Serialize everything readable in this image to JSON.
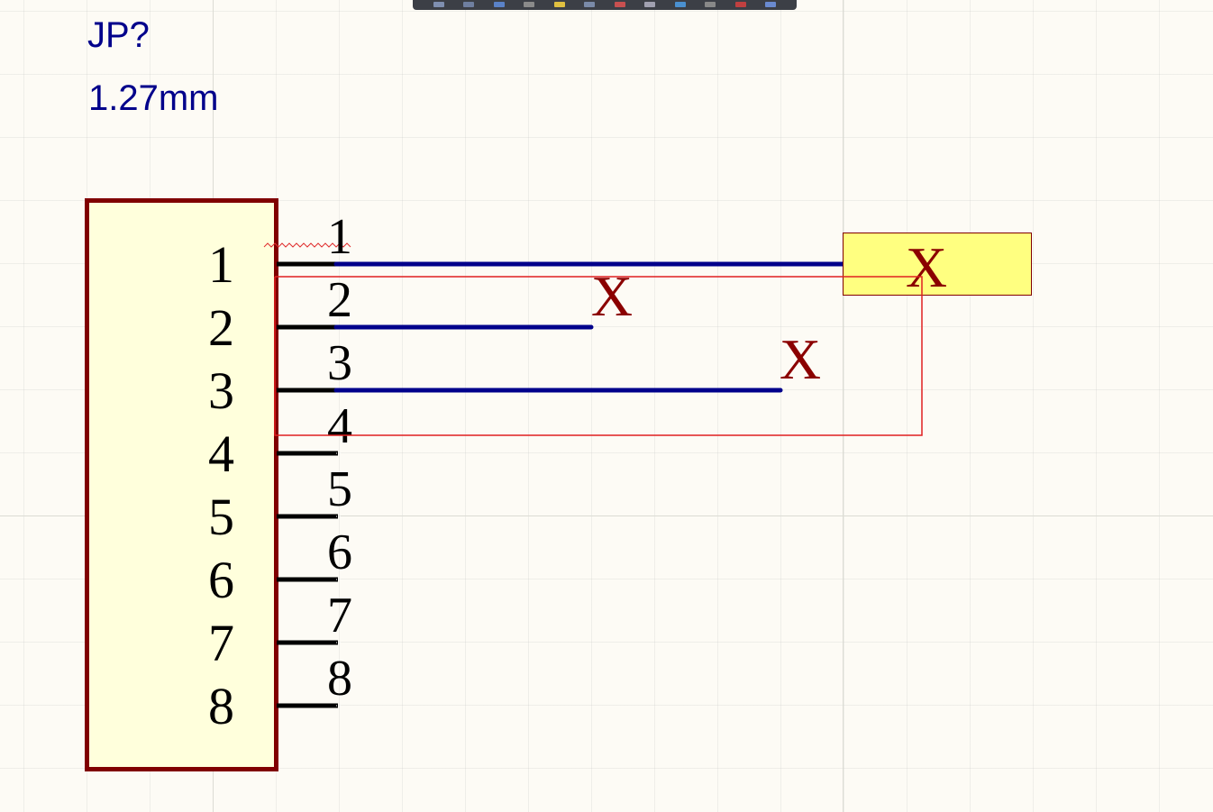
{
  "component": {
    "designator": "JP?",
    "comment": "1.27mm",
    "body_fill": "#ffffdc",
    "body_border": "#800000",
    "pins": [
      {
        "name": "1",
        "number": "1"
      },
      {
        "name": "2",
        "number": "2"
      },
      {
        "name": "3",
        "number": "3"
      },
      {
        "name": "4",
        "number": "4"
      },
      {
        "name": "5",
        "number": "5"
      },
      {
        "name": "6",
        "number": "6"
      },
      {
        "name": "7",
        "number": "7"
      },
      {
        "name": "8",
        "number": "8"
      }
    ]
  },
  "wires": {
    "color": "#00008b"
  },
  "no_connect_markers": [
    {
      "label": "X"
    },
    {
      "label": "X"
    },
    {
      "label": "X"
    }
  ],
  "selection": {
    "color": "#e02020",
    "highlight_fill": "#ffff80"
  },
  "colors": {
    "background": "#fdfbf5",
    "pin_color": "#000000",
    "designator_color": "#00008b",
    "no_connect_color": "#8b0000"
  }
}
